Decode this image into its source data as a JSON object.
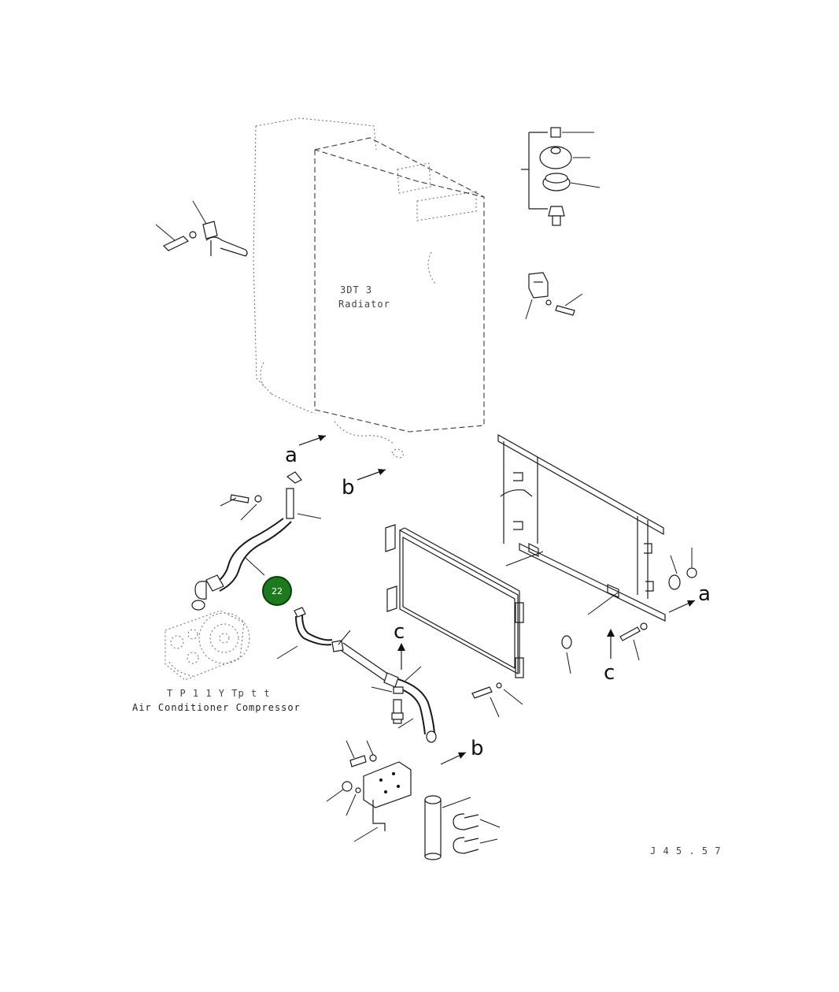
{
  "labels": {
    "radiator_line1": "3DT 3",
    "radiator_line2": "Radiator",
    "compressor_line1": "T P 1 1 Y  Tp  t t",
    "compressor_line2": "Air Conditioner Compressor",
    "drawing_code": "J 4 5 . 5 7"
  },
  "view_markers": {
    "a_top": "a",
    "b_top": "b",
    "c_left": "c",
    "a_right": "a",
    "c_right": "c",
    "b_bottom": "b"
  },
  "callout": {
    "number": "22",
    "fill_color": "#1f7a1f",
    "border_color": "#0b3d0b"
  }
}
